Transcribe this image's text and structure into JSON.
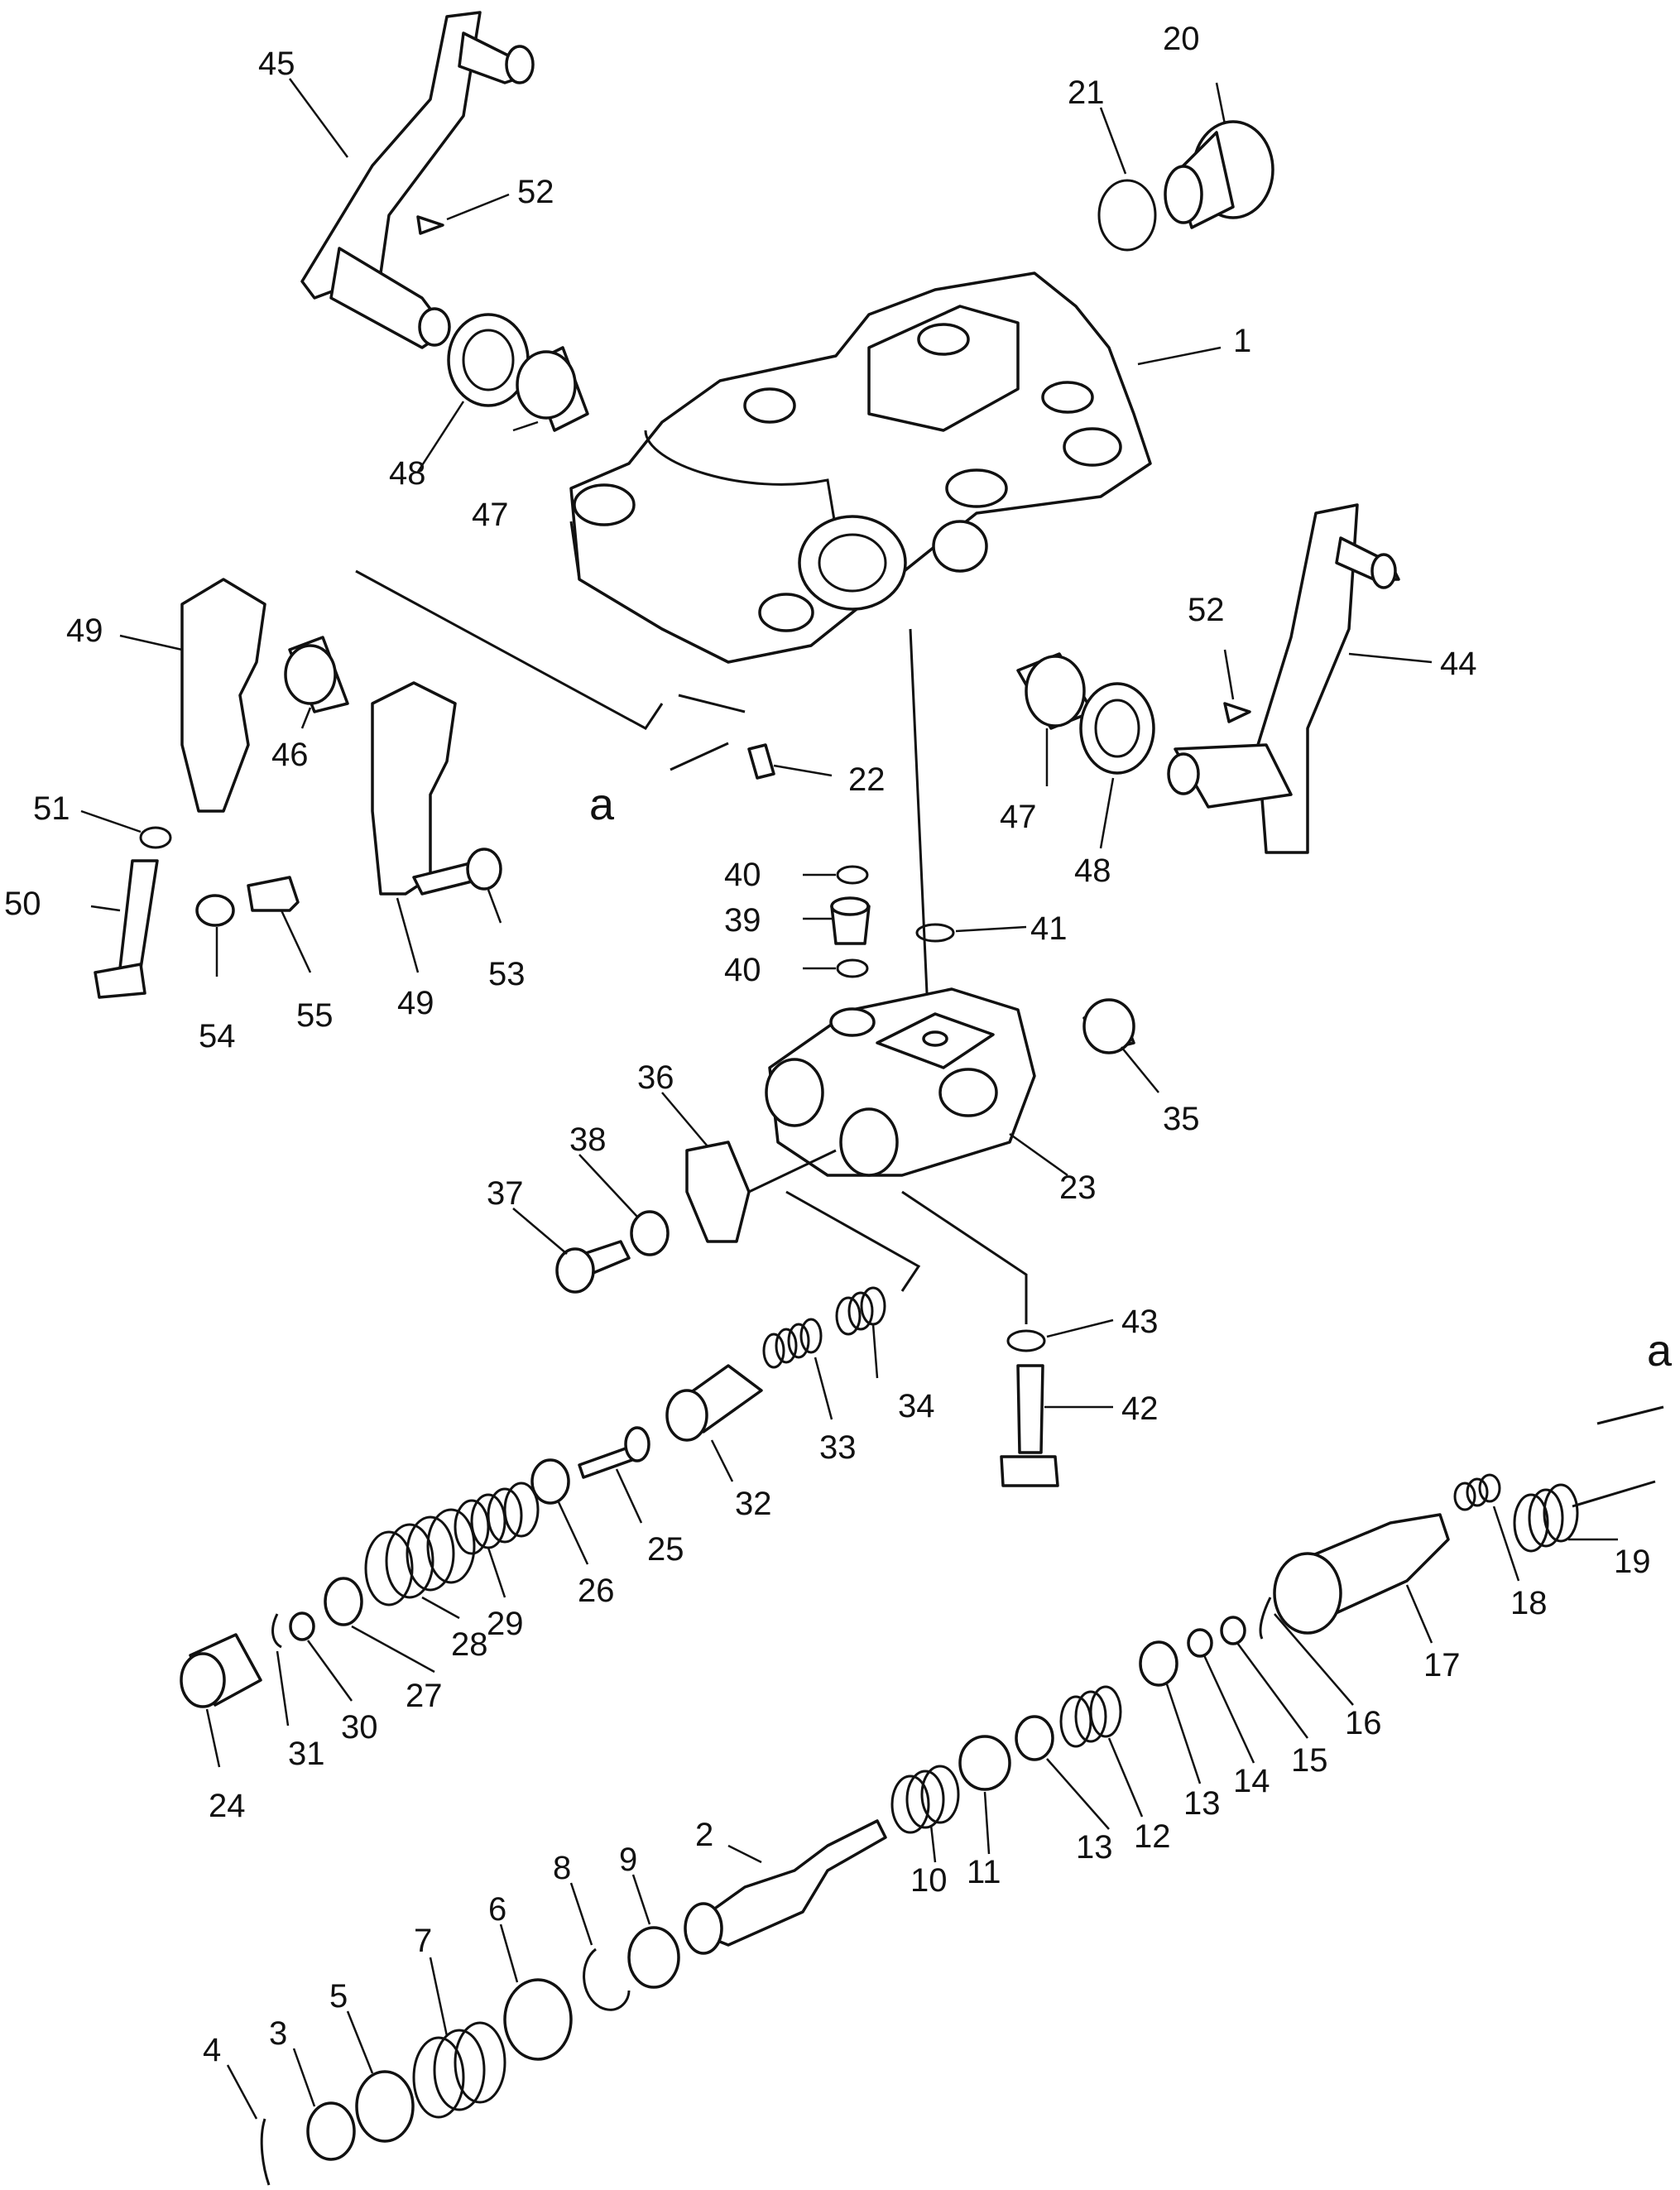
{
  "callouts": [
    {
      "id": "1",
      "label": "1"
    },
    {
      "id": "2",
      "label": "2"
    },
    {
      "id": "3",
      "label": "3"
    },
    {
      "id": "4",
      "label": "4"
    },
    {
      "id": "5",
      "label": "5"
    },
    {
      "id": "6",
      "label": "6"
    },
    {
      "id": "7",
      "label": "7"
    },
    {
      "id": "8",
      "label": "8"
    },
    {
      "id": "9",
      "label": "9"
    },
    {
      "id": "10",
      "label": "10"
    },
    {
      "id": "11",
      "label": "11"
    },
    {
      "id": "12",
      "label": "12"
    },
    {
      "id": "13a",
      "label": "13"
    },
    {
      "id": "13b",
      "label": "13"
    },
    {
      "id": "14",
      "label": "14"
    },
    {
      "id": "15",
      "label": "15"
    },
    {
      "id": "16",
      "label": "16"
    },
    {
      "id": "17",
      "label": "17"
    },
    {
      "id": "18",
      "label": "18"
    },
    {
      "id": "19",
      "label": "19"
    },
    {
      "id": "20",
      "label": "20"
    },
    {
      "id": "21",
      "label": "21"
    },
    {
      "id": "22",
      "label": "22"
    },
    {
      "id": "23",
      "label": "23"
    },
    {
      "id": "24",
      "label": "24"
    },
    {
      "id": "25",
      "label": "25"
    },
    {
      "id": "26",
      "label": "26"
    },
    {
      "id": "27",
      "label": "27"
    },
    {
      "id": "28",
      "label": "28"
    },
    {
      "id": "29",
      "label": "29"
    },
    {
      "id": "30",
      "label": "30"
    },
    {
      "id": "31",
      "label": "31"
    },
    {
      "id": "32",
      "label": "32"
    },
    {
      "id": "33",
      "label": "33"
    },
    {
      "id": "34",
      "label": "34"
    },
    {
      "id": "35",
      "label": "35"
    },
    {
      "id": "36",
      "label": "36"
    },
    {
      "id": "37",
      "label": "37"
    },
    {
      "id": "38",
      "label": "38"
    },
    {
      "id": "39",
      "label": "39"
    },
    {
      "id": "40a",
      "label": "40"
    },
    {
      "id": "40b",
      "label": "40"
    },
    {
      "id": "41",
      "label": "41"
    },
    {
      "id": "42",
      "label": "42"
    },
    {
      "id": "43",
      "label": "43"
    },
    {
      "id": "44",
      "label": "44"
    },
    {
      "id": "45",
      "label": "45"
    },
    {
      "id": "46",
      "label": "46"
    },
    {
      "id": "47a",
      "label": "47"
    },
    {
      "id": "47b",
      "label": "47"
    },
    {
      "id": "48a",
      "label": "48"
    },
    {
      "id": "48b",
      "label": "48"
    },
    {
      "id": "49a",
      "label": "49"
    },
    {
      "id": "49b",
      "label": "49"
    },
    {
      "id": "50",
      "label": "50"
    },
    {
      "id": "51",
      "label": "51"
    },
    {
      "id": "52a",
      "label": "52"
    },
    {
      "id": "52b",
      "label": "52"
    },
    {
      "id": "53",
      "label": "53"
    },
    {
      "id": "54",
      "label": "54"
    },
    {
      "id": "55",
      "label": "55"
    }
  ],
  "references": [
    {
      "id": "a1",
      "label": "a"
    },
    {
      "id": "a2",
      "label": "a"
    }
  ]
}
